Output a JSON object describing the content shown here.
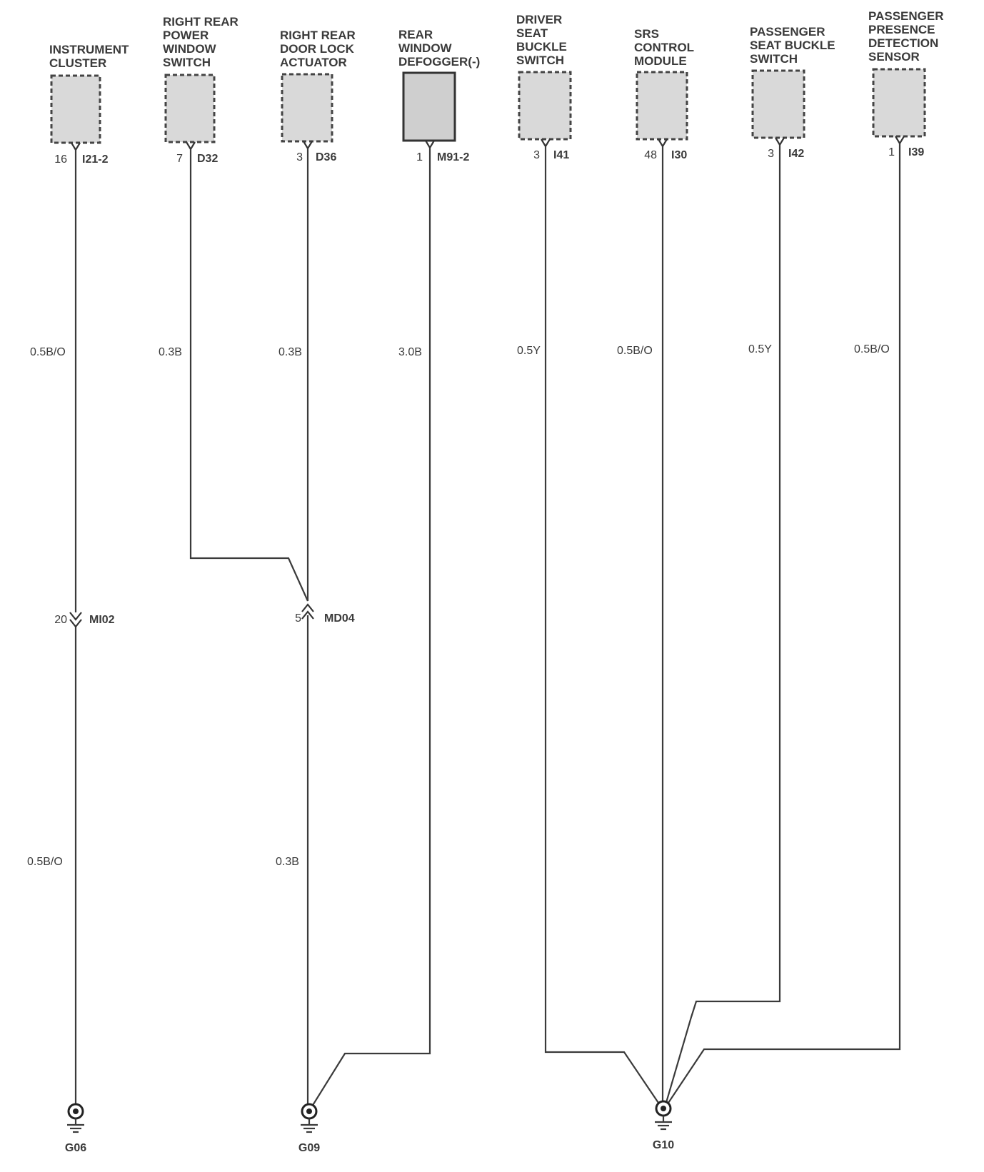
{
  "components": [
    {
      "id": "instrument-cluster",
      "label": [
        "INSTRUMENT",
        "CLUSTER"
      ],
      "pin": "16",
      "connector": "I21-2",
      "style": "dashed"
    },
    {
      "id": "rr-power-window-switch",
      "label": [
        "RIGHT REAR",
        "POWER",
        "WINDOW",
        "SWITCH"
      ],
      "pin": "7",
      "connector": "D32",
      "style": "dashed"
    },
    {
      "id": "rr-door-lock-actuator",
      "label": [
        "RIGHT REAR",
        "DOOR LOCK",
        "ACTUATOR"
      ],
      "pin": "3",
      "connector": "D36",
      "style": "dashed"
    },
    {
      "id": "rear-window-defogger",
      "label": [
        "REAR",
        "WINDOW",
        "DEFOGGER(-)"
      ],
      "pin": "1",
      "connector": "M91-2",
      "style": "solid"
    },
    {
      "id": "driver-seat-buckle-switch",
      "label": [
        "DRIVER",
        "SEAT",
        "BUCKLE",
        "SWITCH"
      ],
      "pin": "3",
      "connector": "I41",
      "style": "dashed"
    },
    {
      "id": "srs-control-module",
      "label": [
        "SRS",
        "CONTROL",
        "MODULE"
      ],
      "pin": "48",
      "connector": "I30",
      "style": "dashed"
    },
    {
      "id": "passenger-seat-buckle-switch",
      "label": [
        "PASSENGER",
        "SEAT BUCKLE",
        "SWITCH"
      ],
      "pin": "3",
      "connector": "I42",
      "style": "dashed"
    },
    {
      "id": "passenger-presence-detection-sensor",
      "label": [
        "PASSENGER",
        "PRESENCE",
        "DETECTION",
        "SENSOR"
      ],
      "pin": "1",
      "connector": "I39",
      "style": "dashed"
    }
  ],
  "wire_specs": {
    "w1_upper": "0.5B/O",
    "w1_lower": "0.5B/O",
    "w2": "0.3B",
    "w3_upper": "0.3B",
    "w3_lower": "0.3B",
    "w4": "3.0B",
    "w5": "0.5Y",
    "w6": "0.5B/O",
    "w7": "0.5Y",
    "w8": "0.5B/O"
  },
  "inline_connectors": [
    {
      "id": "mi02",
      "pin": "20",
      "connector": "MI02"
    },
    {
      "id": "md04",
      "pin": "5",
      "connector": "MD04"
    }
  ],
  "grounds": [
    {
      "id": "g06",
      "label": "G06"
    },
    {
      "id": "g09",
      "label": "G09"
    },
    {
      "id": "g10",
      "label": "G10"
    }
  ]
}
